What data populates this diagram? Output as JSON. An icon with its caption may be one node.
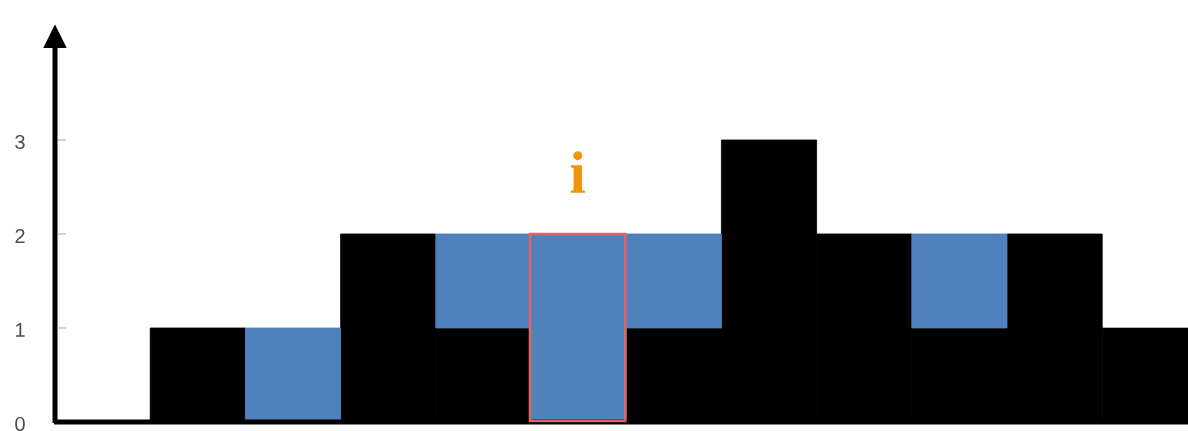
{
  "diagram": {
    "chart_data": {
      "type": "bar",
      "stacked": true,
      "ylim": [
        0,
        4
      ],
      "yticks": [
        0,
        1,
        2,
        3
      ],
      "series": [
        {
          "color": "#000000",
          "values": [
            0,
            1,
            0,
            2,
            1,
            0,
            1,
            3,
            2,
            1,
            2,
            1
          ]
        },
        {
          "color": "#4f81bd",
          "values": [
            0,
            0,
            1,
            0,
            1,
            2,
            1,
            0,
            0,
            1,
            0,
            0
          ]
        }
      ],
      "annotations": [
        "i"
      ]
    }
  }
}
